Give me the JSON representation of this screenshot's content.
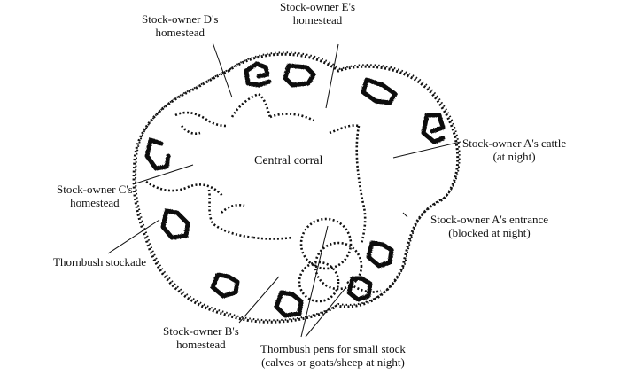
{
  "labels": {
    "stock_owner_d": [
      "Stock-owner D's",
      "homestead"
    ],
    "stock_owner_e": [
      "Stock-owner E's",
      "homestead"
    ],
    "central_corral": "Central corral",
    "stock_owner_a_cattle": [
      "Stock-owner A's cattle",
      "(at night)"
    ],
    "stock_owner_c": [
      "Stock-owner C's",
      "homestead"
    ],
    "stock_owner_a_entrance": [
      "Stock-owner A's entrance",
      "(blocked at night)"
    ],
    "thornbush_stockade": "Thornbush stockade",
    "stock_owner_b": [
      "Stock-owner B's",
      "homestead"
    ],
    "thornbush_pens": [
      "Thornbush pens for small stock",
      "(calves or  goats/sheep at night)"
    ]
  },
  "colors": {
    "ink": "#111111",
    "background": "#ffffff"
  },
  "icons": {
    "hut": "homestead-hut-icon",
    "fence": "thornbush-fence"
  }
}
